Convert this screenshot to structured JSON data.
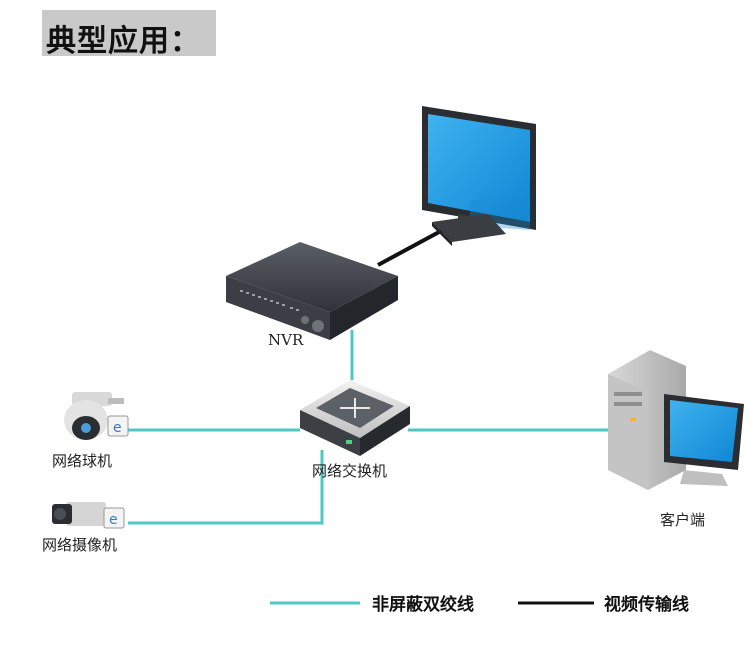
{
  "title": "典型应用：",
  "labels": {
    "nvr": "NVR",
    "dome": "网络球机",
    "camera": "网络摄像机",
    "switch": "网络交换机",
    "client": "客户端"
  },
  "legend": {
    "utp": "非屏蔽双绞线",
    "video": "视频传输线"
  },
  "colors": {
    "utp_line": "#4cc9c4",
    "video_line": "#111111",
    "screen": "#1d9be0"
  }
}
